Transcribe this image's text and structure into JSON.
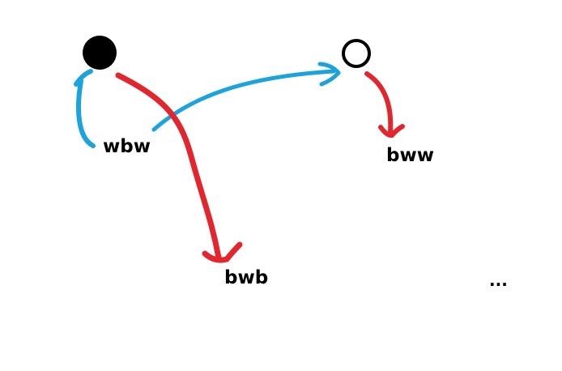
{
  "diagram": {
    "nodes": [
      {
        "id": "black-node",
        "fill": "black"
      },
      {
        "id": "white-node",
        "fill": "white"
      }
    ],
    "labels": {
      "wbw": "wbw",
      "bwb": "bwb",
      "bww": "bww",
      "ellipsis": "..."
    },
    "edges": [
      {
        "from": "wbw",
        "to": "black-node",
        "color": "blue"
      },
      {
        "from": "wbw",
        "to": "white-node",
        "color": "blue"
      },
      {
        "from": "black-node",
        "to": "bwb",
        "color": "red"
      },
      {
        "from": "white-node",
        "to": "bww",
        "color": "red"
      }
    ],
    "colors": {
      "blue": "#1aa3dc",
      "red": "#e3262d",
      "black": "#000000",
      "white": "#ffffff"
    }
  }
}
